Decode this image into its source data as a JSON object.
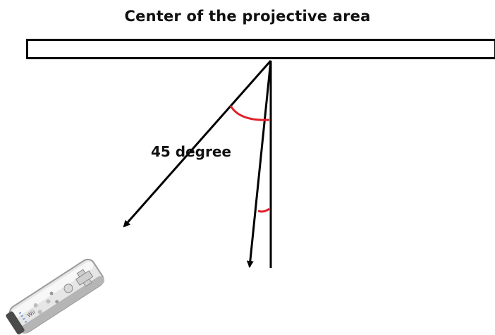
{
  "diagram": {
    "title": "Center of the projective area",
    "angle_label": "45 degree"
  },
  "controller": {
    "name": "Wii remote",
    "icon": "wii-remote-icon",
    "logo_text": "Wii"
  },
  "colors": {
    "lines": "#000000",
    "angle_arcs": "#e0202a",
    "controller_body": "#e6e6e6"
  }
}
